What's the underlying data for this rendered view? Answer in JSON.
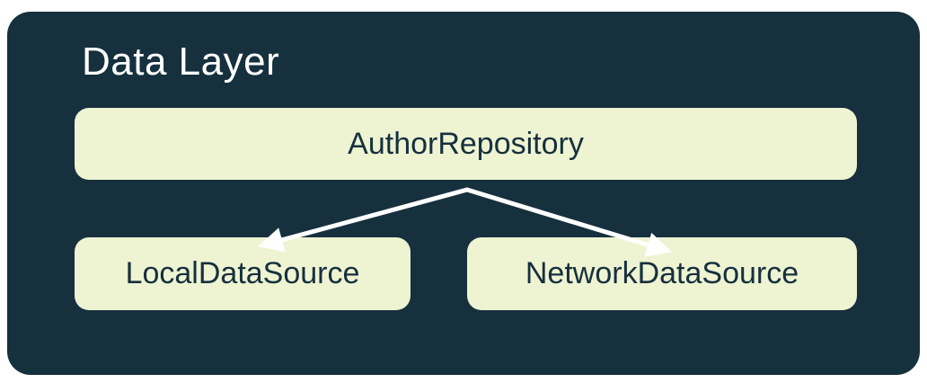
{
  "diagram": {
    "title": "Data Layer",
    "nodes": {
      "repository": {
        "label": "AuthorRepository"
      },
      "local": {
        "label": "LocalDataSource"
      },
      "network": {
        "label": "NetworkDataSource"
      }
    },
    "edges": [
      {
        "from": "AuthorRepository",
        "to": "LocalDataSource",
        "style": "arrow"
      },
      {
        "from": "AuthorRepository",
        "to": "NetworkDataSource",
        "style": "arrow"
      }
    ],
    "colors": {
      "container_background": "#16303E",
      "node_background": "#EEF3D2",
      "node_text": "#16303E",
      "title_text": "#FFFFFF",
      "arrow": "#FFFFFF",
      "page_background": "#FFFFFF"
    }
  }
}
